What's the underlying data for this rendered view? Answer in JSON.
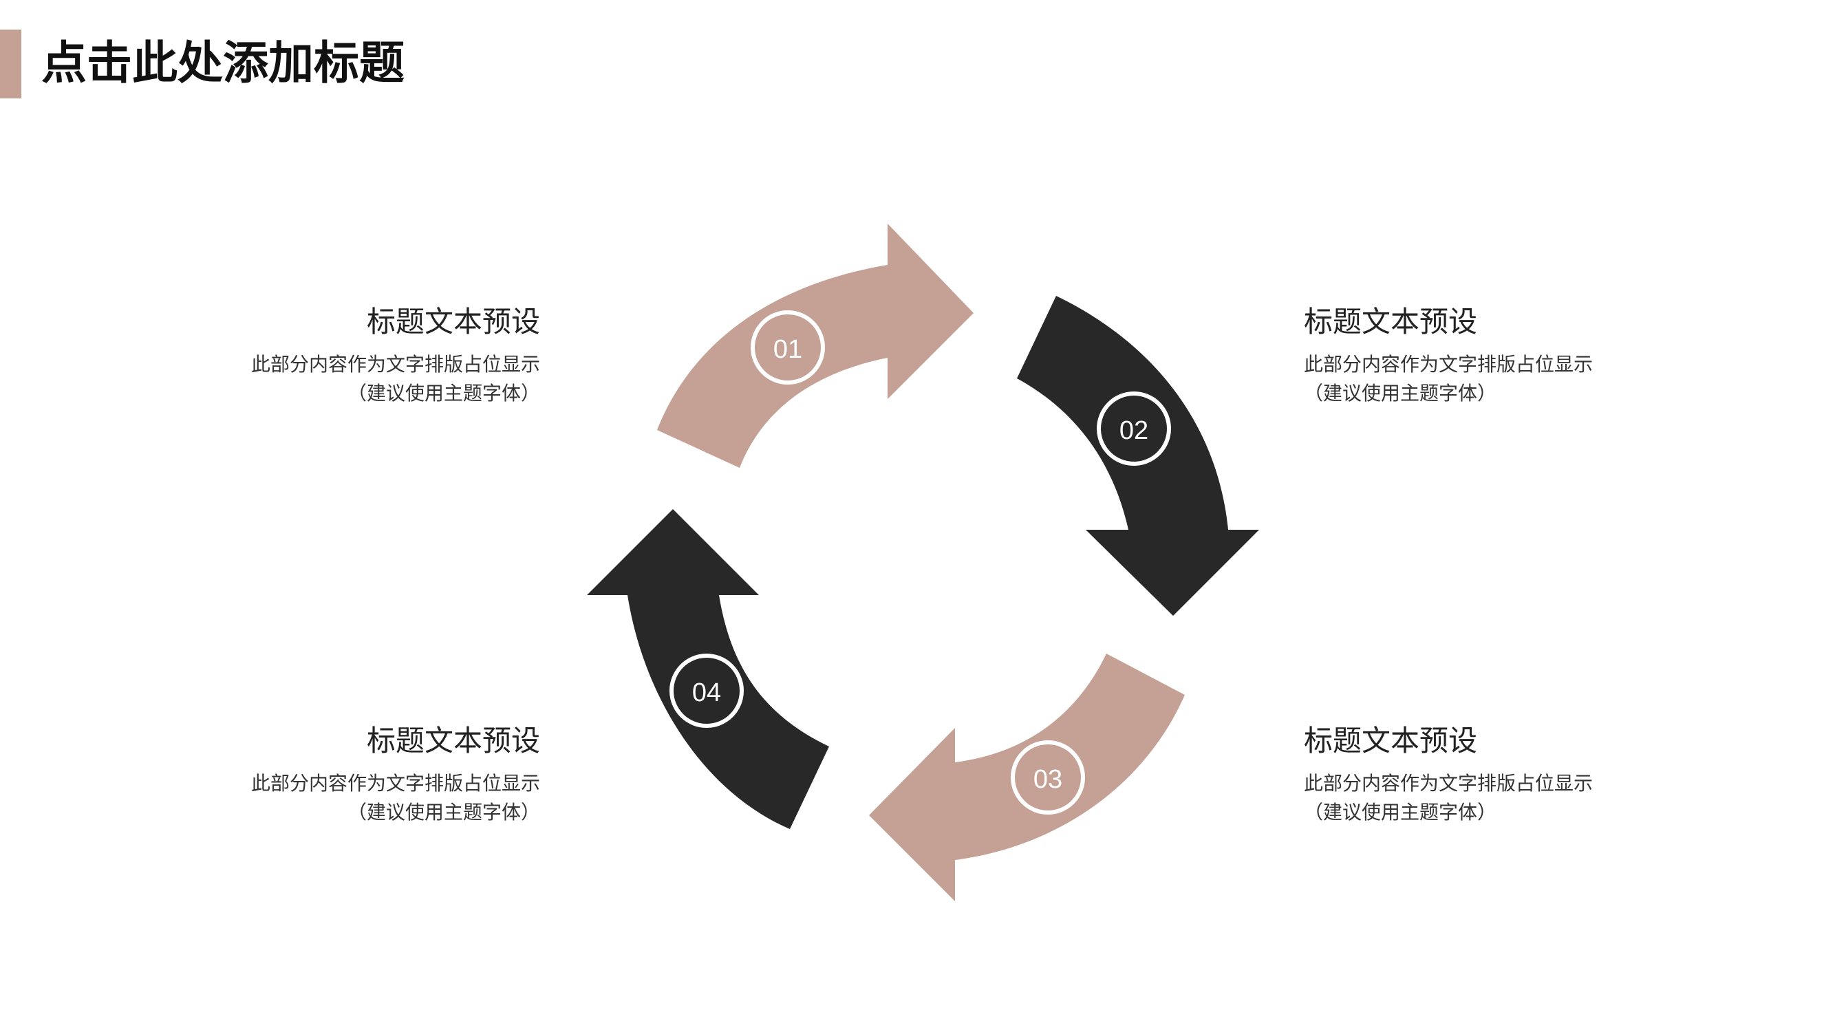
{
  "title": "点击此处添加标题",
  "colors": {
    "accent": "#c4a095",
    "dark": "#282828",
    "ring": "#ffffff"
  },
  "steps": [
    {
      "number": "01",
      "heading": "标题文本预设",
      "body_line1": "此部分内容作为文字排版占位显示",
      "body_line2": "（建议使用主题字体）"
    },
    {
      "number": "02",
      "heading": "标题文本预设",
      "body_line1": "此部分内容作为文字排版占位显示",
      "body_line2": "（建议使用主题字体）"
    },
    {
      "number": "03",
      "heading": "标题文本预设",
      "body_line1": "此部分内容作为文字排版占位显示",
      "body_line2": "（建议使用主题字体）"
    },
    {
      "number": "04",
      "heading": "标题文本预设",
      "body_line1": "此部分内容作为文字排版占位显示",
      "body_line2": "（建议使用主题字体）"
    }
  ]
}
